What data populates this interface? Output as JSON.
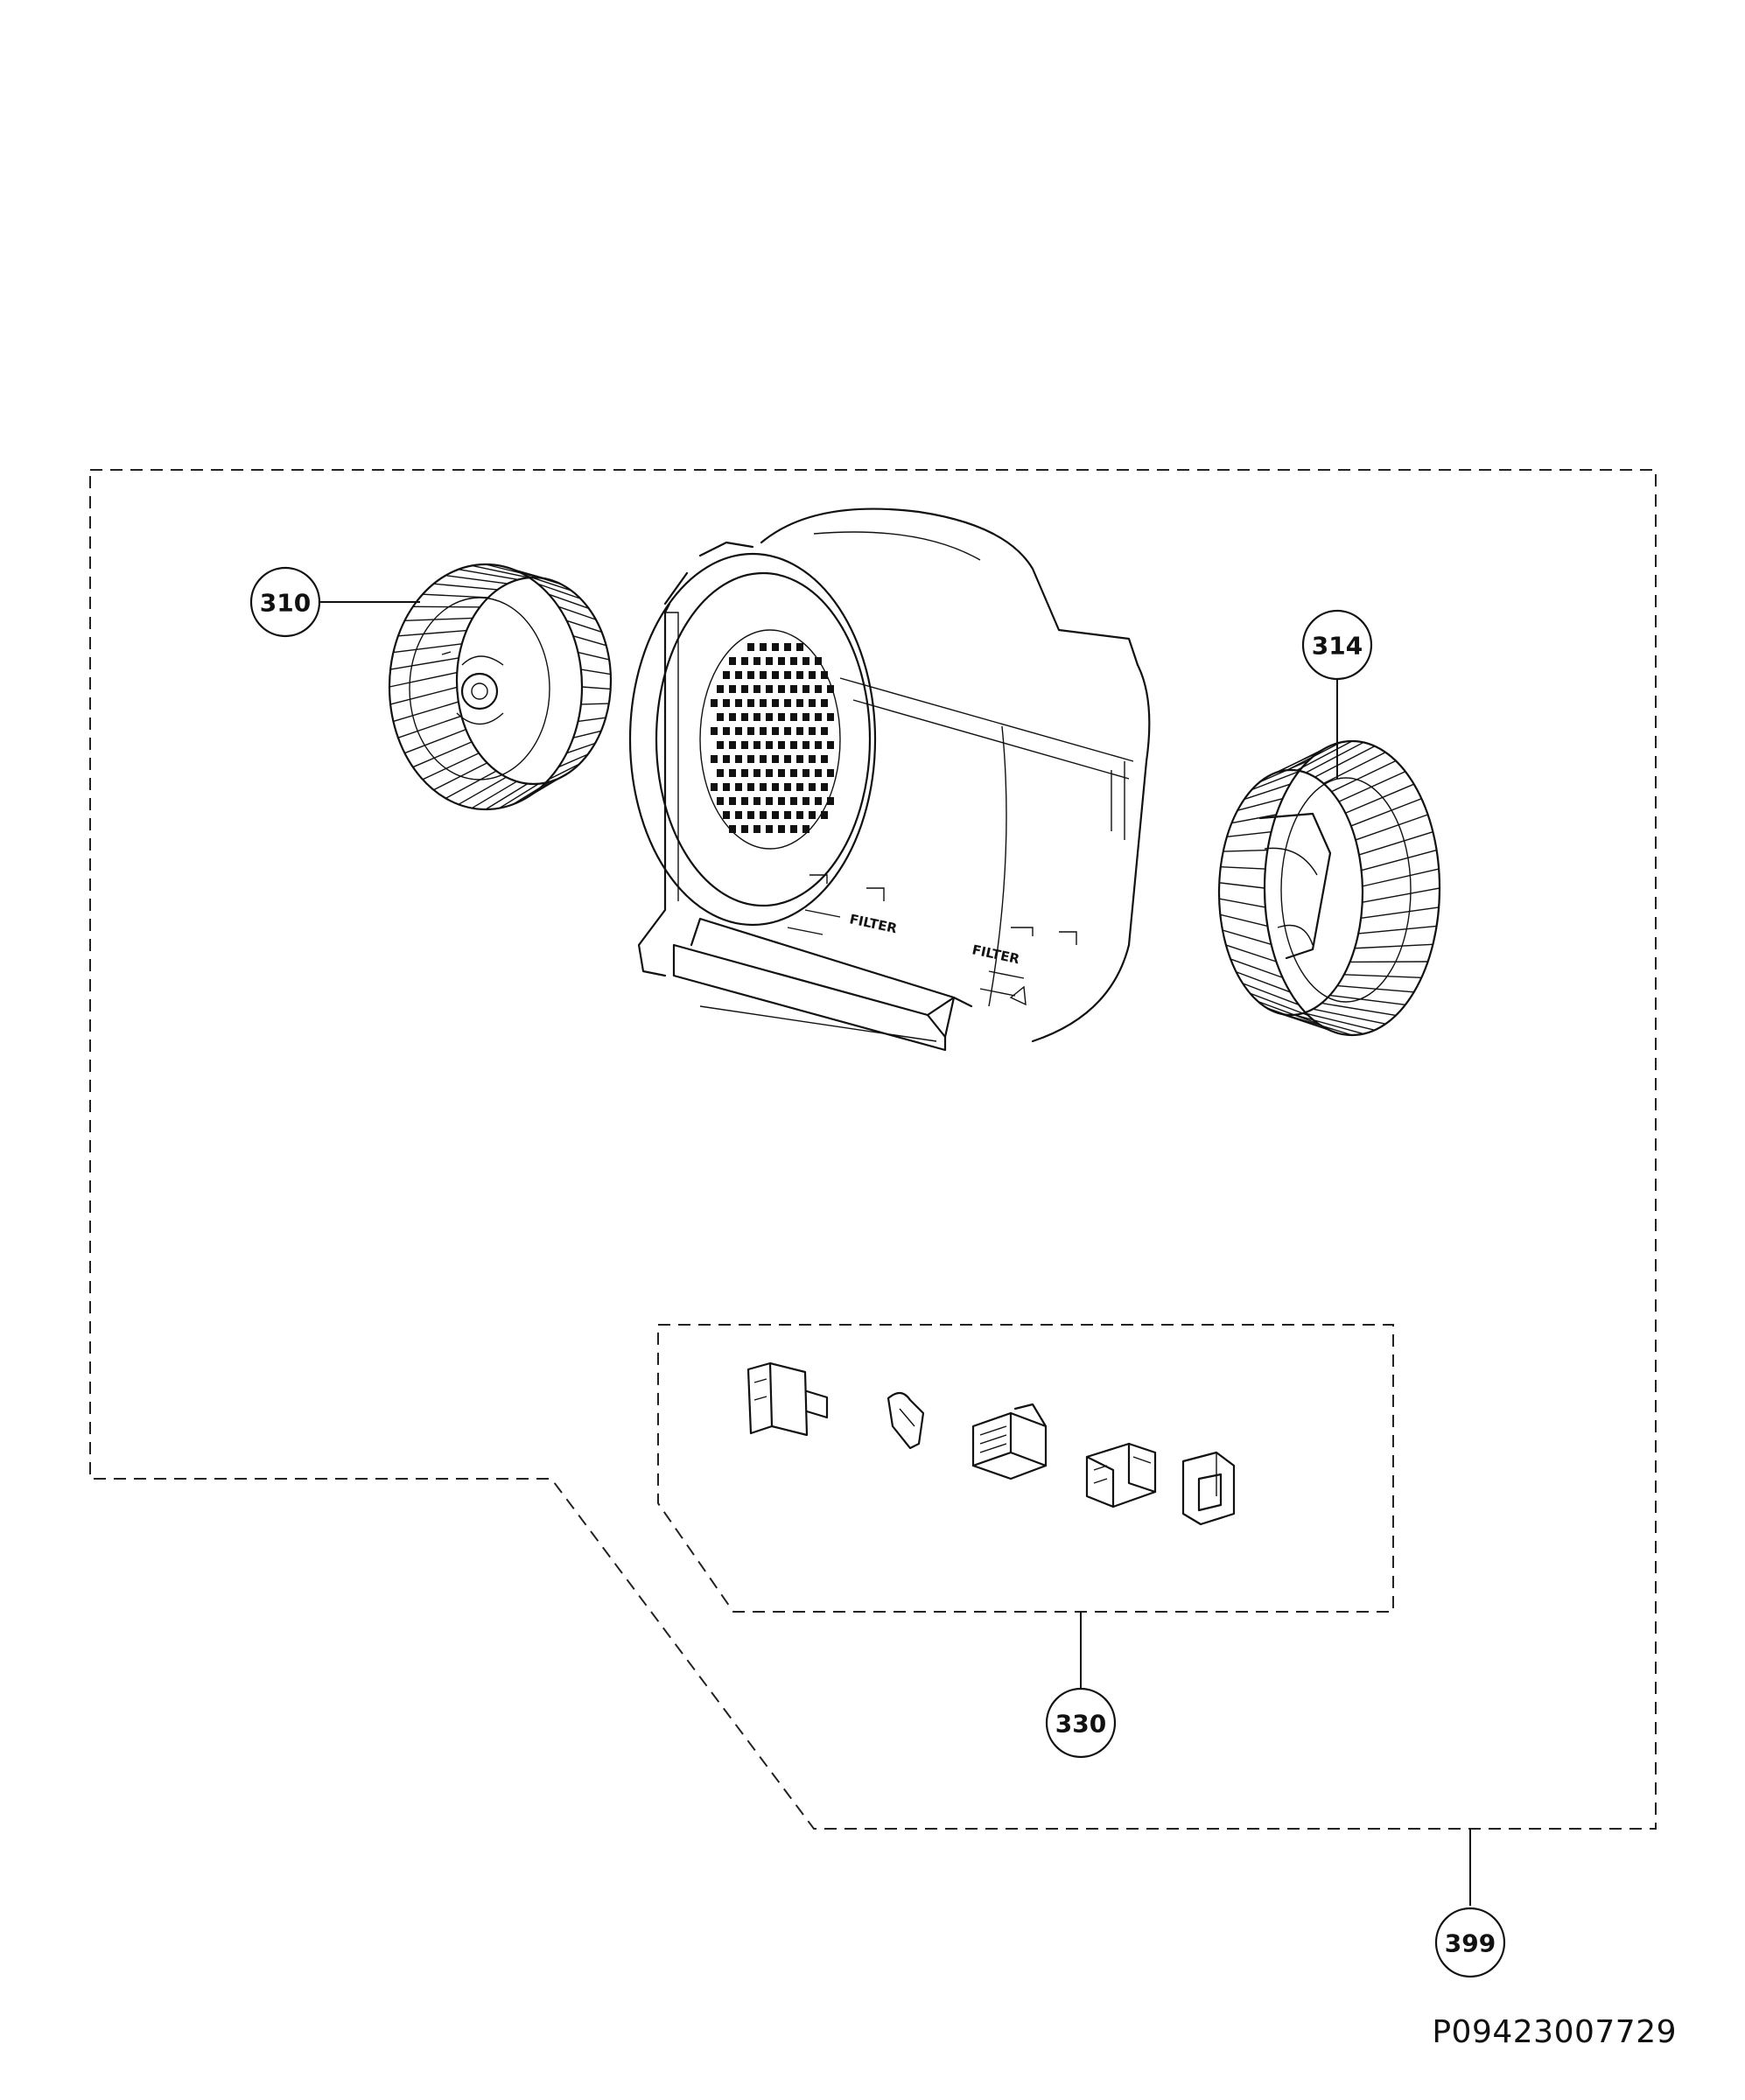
{
  "diagram": {
    "callouts": [
      {
        "id": "310",
        "label": "310"
      },
      {
        "id": "314",
        "label": "314"
      },
      {
        "id": "330",
        "label": "330"
      },
      {
        "id": "399",
        "label": "399"
      }
    ],
    "housing_labels": [
      "FILTER",
      "FILTER"
    ],
    "document_code": "P09423007729"
  }
}
